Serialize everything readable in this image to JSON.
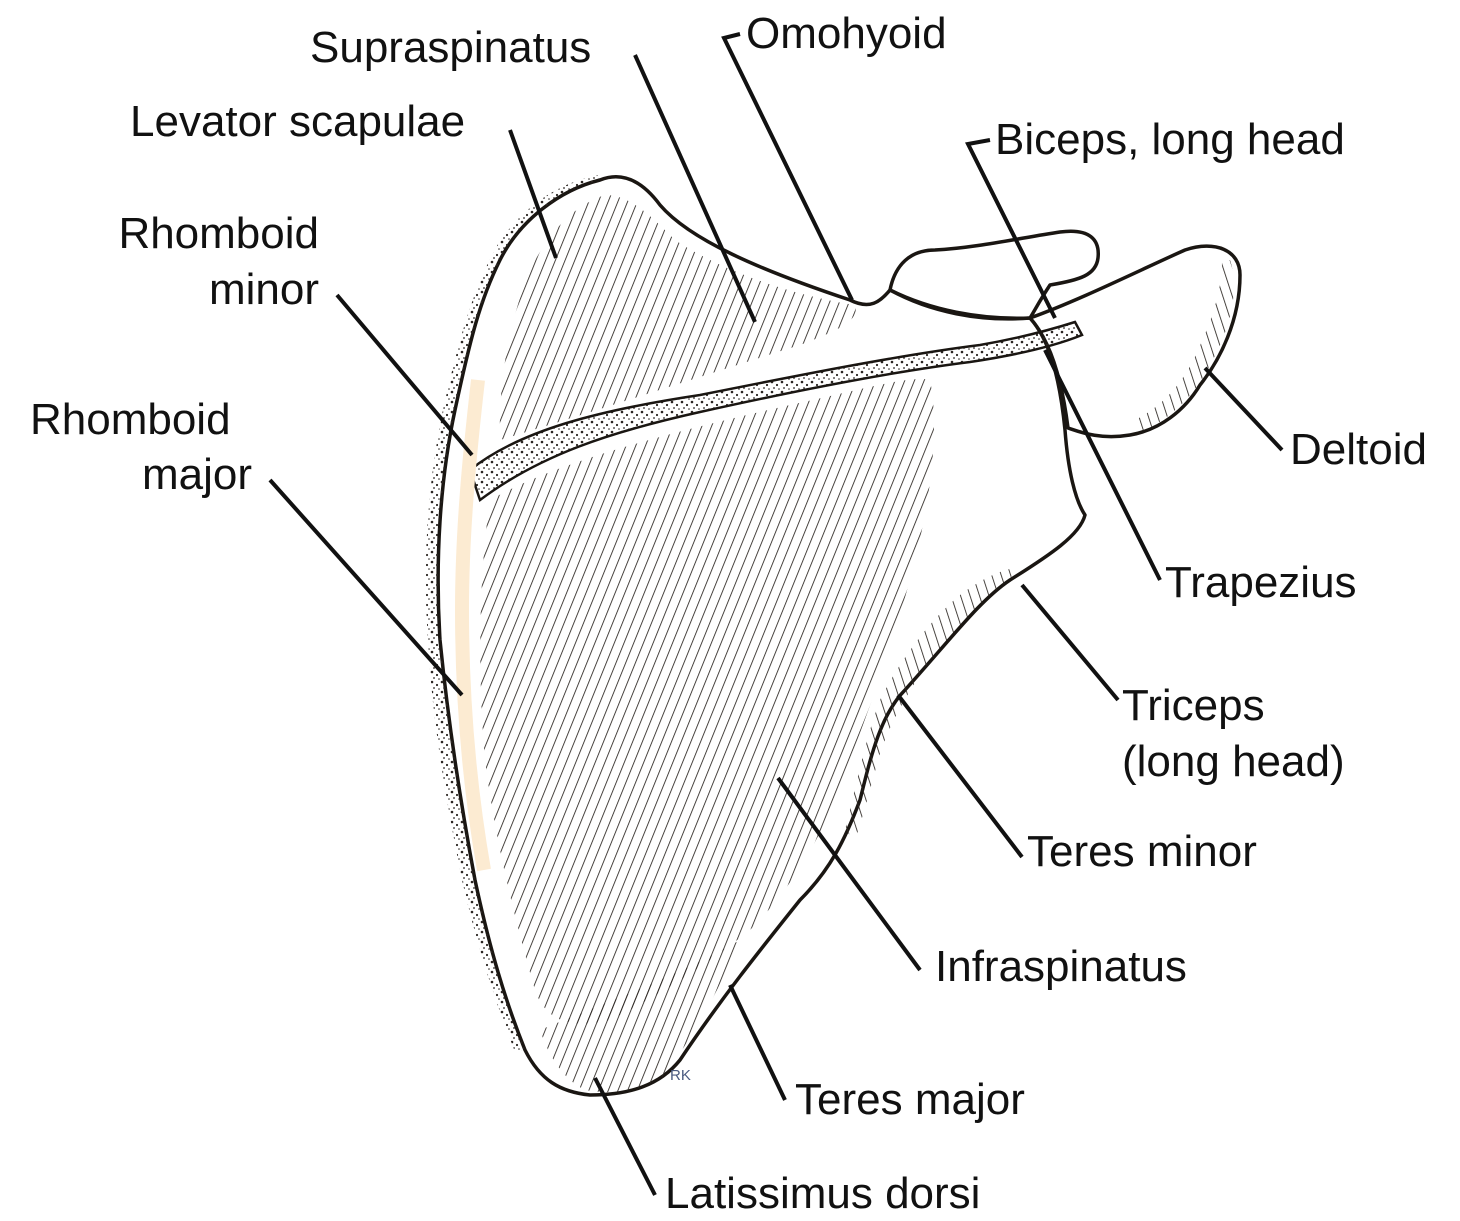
{
  "colors": {
    "bone_fill": "#fcebd2",
    "line": "#111111"
  },
  "labels": {
    "supraspinatus": "Supraspinatus",
    "omohyoid": "Omohyoid",
    "levator_scapulae": "Levator scapulae",
    "biceps_long_head": "Biceps, long head",
    "rhomboid_minor_1": "Rhomboid",
    "rhomboid_minor_2": "minor",
    "rhomboid_major_1": "Rhomboid",
    "rhomboid_major_2": "major",
    "deltoid": "Deltoid",
    "trapezius": "Trapezius",
    "triceps_1": "Triceps",
    "triceps_2": "(long head)",
    "teres_minor": "Teres minor",
    "infraspinatus": "Infraspinatus",
    "teres_major": "Teres major",
    "latissimus_dorsi": "Latissimus dorsi"
  },
  "artist_mark": "RK"
}
